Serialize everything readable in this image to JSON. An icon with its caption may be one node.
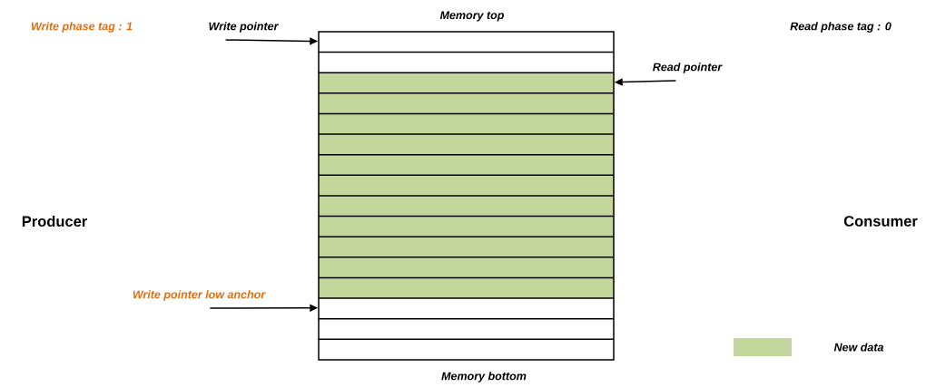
{
  "diagram": {
    "nodes": [
      {
        "text": [
          "Write pointer"
        ]
      },
      {
        "text": [
          "Read pointer"
        ]
      },
      {
        "text": [
          "Write pointer low anchor"
        ]
      },
      {
        "text": [],
        "shape": "box",
        "beside": [
          "Memory top",
          "Memory bottom"
        ]
      }
    ],
    "edges": [
      {
        "from": 0,
        "to": 3,
        "arrow": "to"
      },
      {
        "from": 1,
        "to": 3,
        "arrow": "to"
      },
      {
        "from": 2,
        "to": 3,
        "arrow": "to"
      }
    ],
    "labels": [
      "Write phase tag : 1",
      "Read phase tag : 0",
      "Producer",
      "Consumer"
    ],
    "legend": [
      {
        "text": "New data",
        "color": "#c3d69b"
      }
    ]
  }
}
